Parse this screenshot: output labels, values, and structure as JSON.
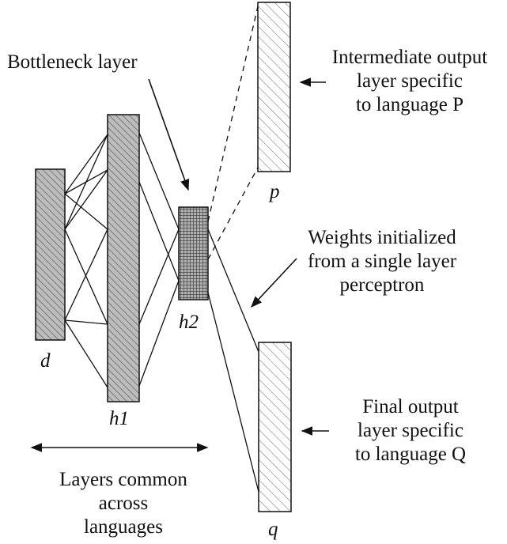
{
  "diagram": {
    "layers": {
      "d": "d",
      "h1": "h1",
      "h2": "h2",
      "p": "p",
      "q": "q"
    },
    "annotations": {
      "bottleneck": "Bottleneck layer",
      "intermediate": [
        "Intermediate output",
        "layer specific",
        "to language P"
      ],
      "weights": [
        "Weights initialized",
        "from a single layer",
        "perceptron"
      ],
      "final": [
        "Final output",
        "layer specific",
        "to language Q"
      ],
      "common": [
        "Layers common",
        "across",
        "languages"
      ]
    }
  }
}
